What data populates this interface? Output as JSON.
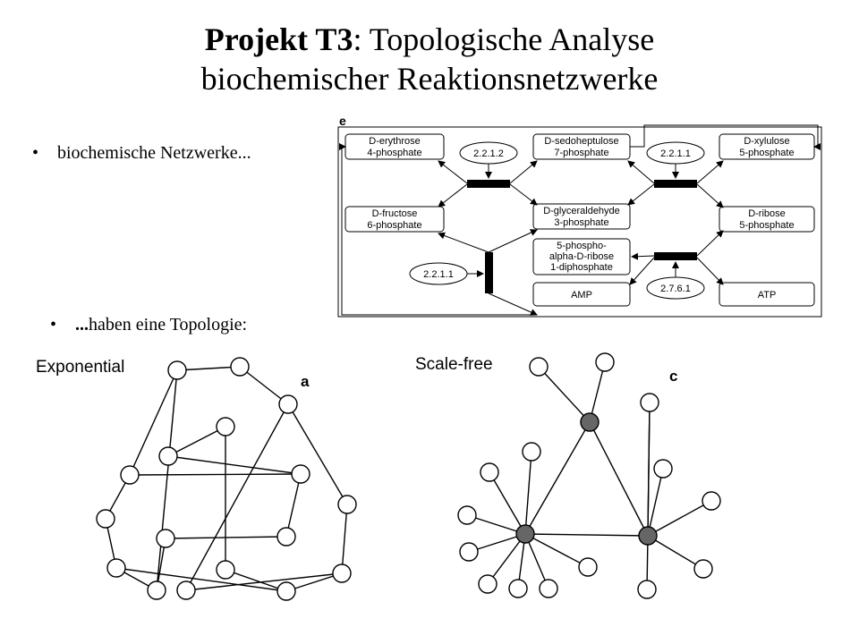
{
  "title": {
    "bold_part": "Projekt T3",
    "rest_line1": ": Topologische Analyse",
    "line2": "biochemischer Reaktionsnetzwerke"
  },
  "bullets": [
    {
      "symbol": "•",
      "text": "biochemische Netzwerke..."
    },
    {
      "symbol": "•",
      "prefix": "...",
      "text": "haben eine Topologie:"
    }
  ],
  "pathway": {
    "panel_letter": "e",
    "boxes": [
      {
        "id": "erythrose",
        "lines": [
          "D-erythrose",
          "4-phosphate"
        ]
      },
      {
        "id": "sedoheptulose",
        "lines": [
          "D-sedoheptulose",
          "7-phosphate"
        ]
      },
      {
        "id": "xylulose",
        "lines": [
          "D-xylulose",
          "5-phosphate"
        ]
      },
      {
        "id": "fructose",
        "lines": [
          "D-fructose",
          "6-phosphate"
        ]
      },
      {
        "id": "glyceraldehyde",
        "lines": [
          "D-glyceraldehyde",
          "3-phosphate"
        ]
      },
      {
        "id": "ribose",
        "lines": [
          "D-ribose",
          "5-phosphate"
        ]
      },
      {
        "id": "prpp",
        "lines": [
          "5-phospho-",
          "alpha-D-ribose",
          "1-diphosphate"
        ]
      },
      {
        "id": "amp",
        "lines": [
          "AMP"
        ]
      },
      {
        "id": "atp",
        "lines": [
          "ATP"
        ]
      }
    ],
    "enzymes": [
      {
        "id": "enz1",
        "label": "2.2.1.2"
      },
      {
        "id": "enz2",
        "label": "2.2.1.1"
      },
      {
        "id": "enz3",
        "label": "2.2.1.1"
      },
      {
        "id": "enz4",
        "label": "2.7.6.1"
      }
    ]
  },
  "networks": [
    {
      "title": "Exponential",
      "panel_letter": "a"
    },
    {
      "title": "Scale-free",
      "panel_letter": "c"
    }
  ],
  "colors": {
    "hub_fill": "#666666",
    "node_fill": "#ffffff",
    "line": "#000000"
  }
}
